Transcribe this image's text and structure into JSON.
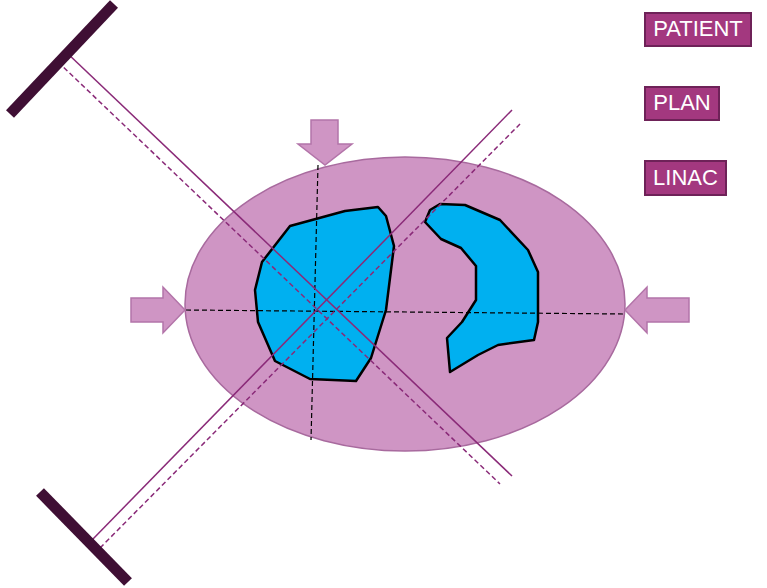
{
  "diagram": {
    "nodes": [
      {
        "text": [
          "PATIENT"
        ]
      },
      {
        "text": [
          "PLAN"
        ]
      },
      {
        "text": [
          "LINAC"
        ]
      }
    ]
  }
}
